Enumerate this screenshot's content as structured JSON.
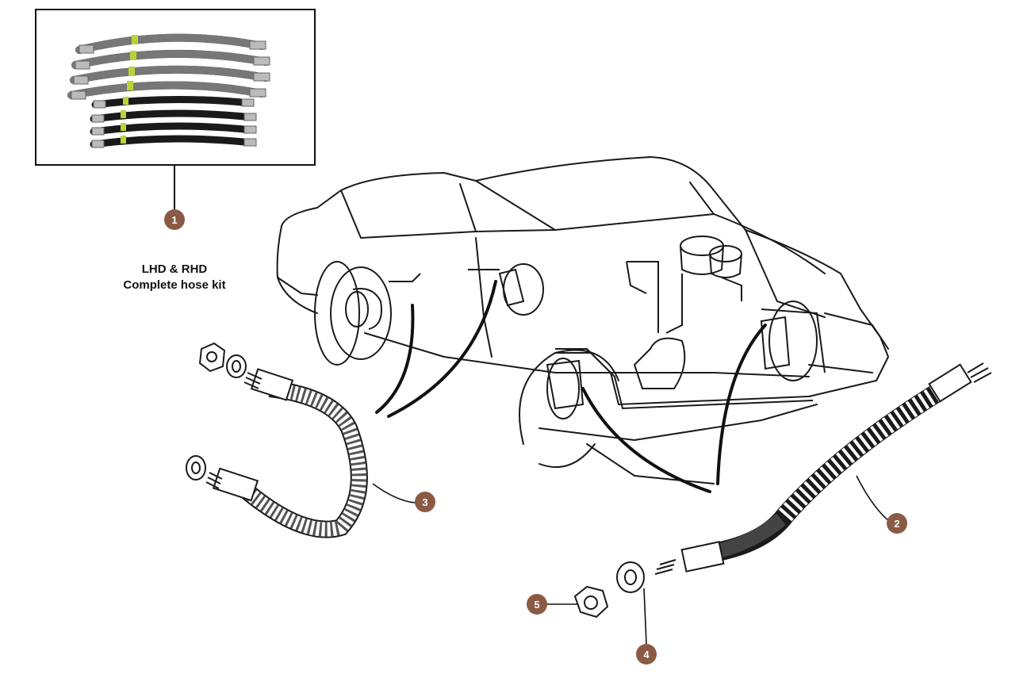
{
  "kit_caption": {
    "line1": "LHD & RHD",
    "line2": "Complete hose kit"
  },
  "callouts": [
    {
      "number": "1",
      "part": "hose-kit"
    },
    {
      "number": "2",
      "part": "front-flexible-hose"
    },
    {
      "number": "3",
      "part": "rear-braided-hose"
    },
    {
      "number": "4",
      "part": "copper-washer"
    },
    {
      "number": "5",
      "part": "hose-nut"
    }
  ],
  "colors": {
    "callout_fill": "#8a5a44",
    "line_art": "#1a1a1a",
    "kit_ferrule": "#b8d437",
    "background": "#ffffff"
  }
}
